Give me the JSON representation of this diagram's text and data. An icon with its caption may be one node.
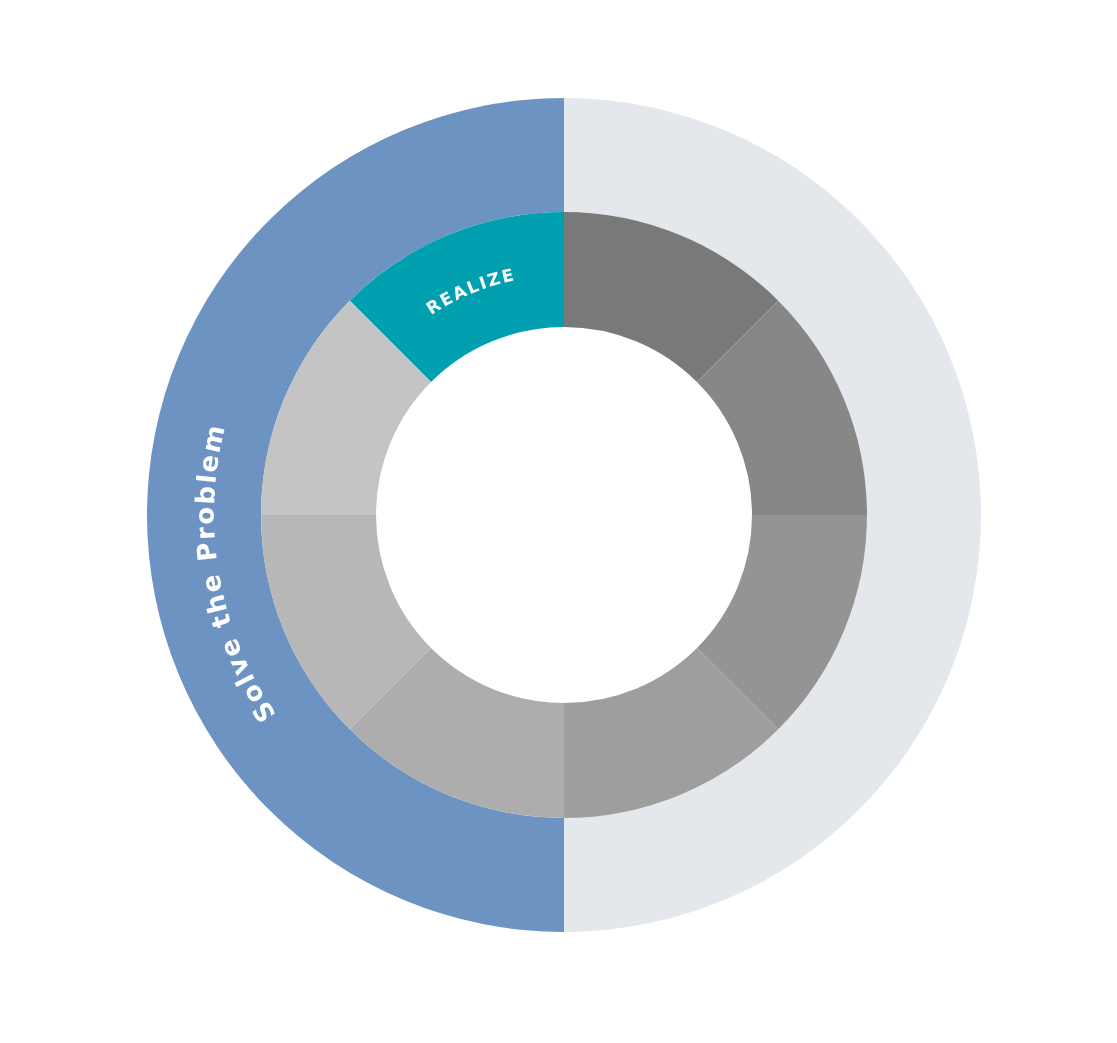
{
  "diagram": {
    "nodes": [
      {
        "text": [
          "Solve the Problem"
        ]
      },
      {
        "text": [],
        "shape": "band"
      },
      {
        "text": [
          "REALIZE"
        ]
      },
      {
        "text": [],
        "shape": "band"
      },
      {
        "text": [],
        "shape": "band"
      },
      {
        "text": [],
        "shape": "band"
      },
      {
        "text": [],
        "shape": "band"
      },
      {
        "text": [],
        "shape": "band"
      },
      {
        "text": [],
        "shape": "band"
      },
      {
        "text": [],
        "shape": "band"
      }
    ]
  }
}
